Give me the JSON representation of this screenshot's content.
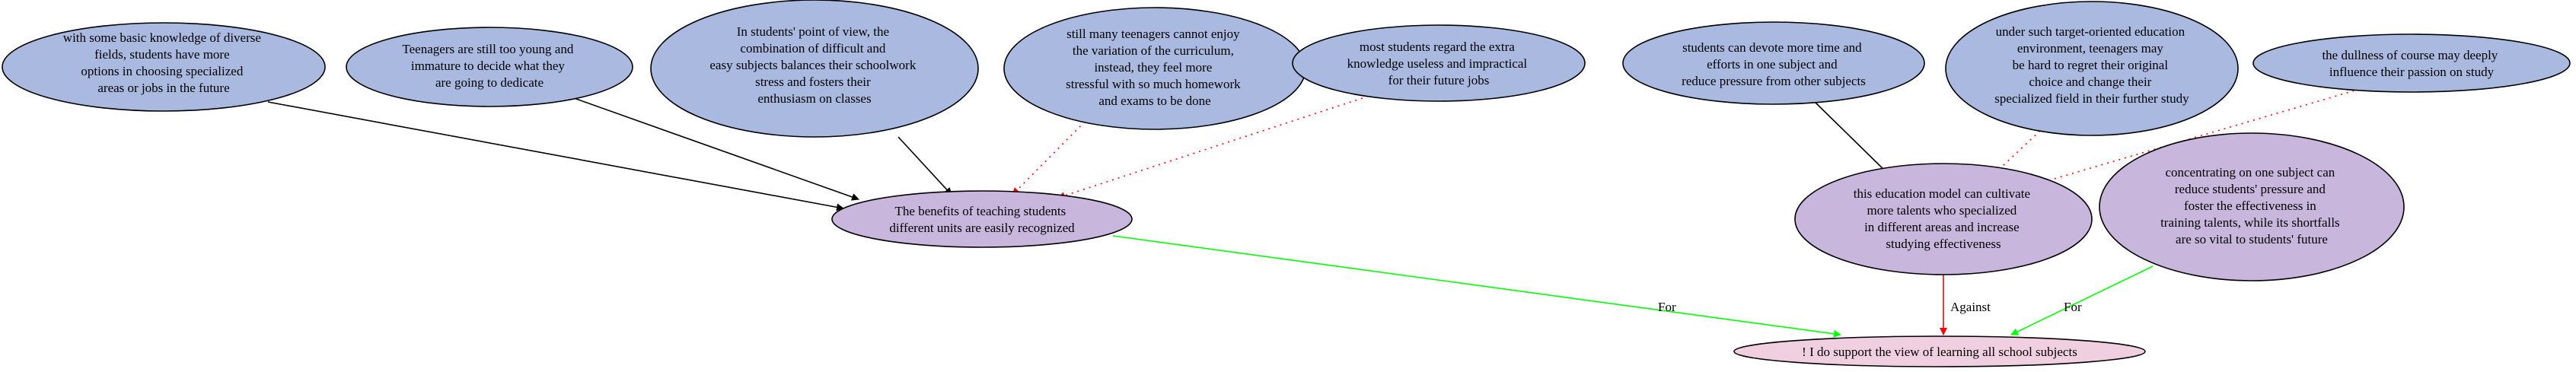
{
  "colors": {
    "premise_fill": "#a9b9df",
    "claim_fill": "#c8b6dc",
    "root_fill": "#f0cfe0",
    "support_edge": "#000000",
    "attack_edge": "#ff0000",
    "for_edge": "#00ff00",
    "against_edge": "#ff0000"
  },
  "nodes": {
    "n1": {
      "lines": [
        "with some basic knowledge of diverse",
        "fields, students have more",
        "options in choosing specialized",
        "areas or jobs in the future"
      ]
    },
    "n2": {
      "lines": [
        "Teenagers are still too young and",
        "immature to decide what they",
        "are going to dedicate"
      ]
    },
    "n3": {
      "lines": [
        "In students' point of view, the",
        "combination of difficult and",
        "easy subjects balances their schoolwork",
        "stress and fosters their",
        "enthusiasm on classes"
      ]
    },
    "n4": {
      "lines": [
        "still many teenagers cannot enjoy",
        "the variation of the curriculum,",
        "instead, they feel more",
        "stressful with so much homework",
        "and exams to be done"
      ]
    },
    "n5": {
      "lines": [
        "most students regard the extra",
        "knowledge useless and impractical",
        "for their future jobs"
      ]
    },
    "n6": {
      "lines": [
        "students can devote more time and",
        "efforts in one subject and",
        "reduce pressure from other subjects"
      ]
    },
    "n7": {
      "lines": [
        "under such target-oriented education",
        "environment, teenagers may",
        "be hard to regret their original",
        "choice and change their",
        "specialized field in their further study"
      ]
    },
    "n8": {
      "lines": [
        "the dullness of course may deeply",
        "influence their passion on study"
      ]
    },
    "claim1": {
      "lines": [
        "The benefits of teaching students",
        "different units are easily recognized"
      ]
    },
    "claim2": {
      "lines": [
        "this education model can cultivate",
        "more talents who specialized",
        "in different areas and increase",
        "studying effectiveness"
      ]
    },
    "claim3": {
      "lines": [
        "concentrating on one subject can",
        "reduce students' pressure and",
        "foster the effectiveness in",
        "training talents, while its shortfalls",
        "are so vital to students' future"
      ]
    },
    "root": {
      "lines": [
        "! I do support the view of learning all school subjects"
      ]
    }
  },
  "edge_labels": {
    "for_1": "For",
    "against_1": "Against",
    "for_2": "For"
  }
}
